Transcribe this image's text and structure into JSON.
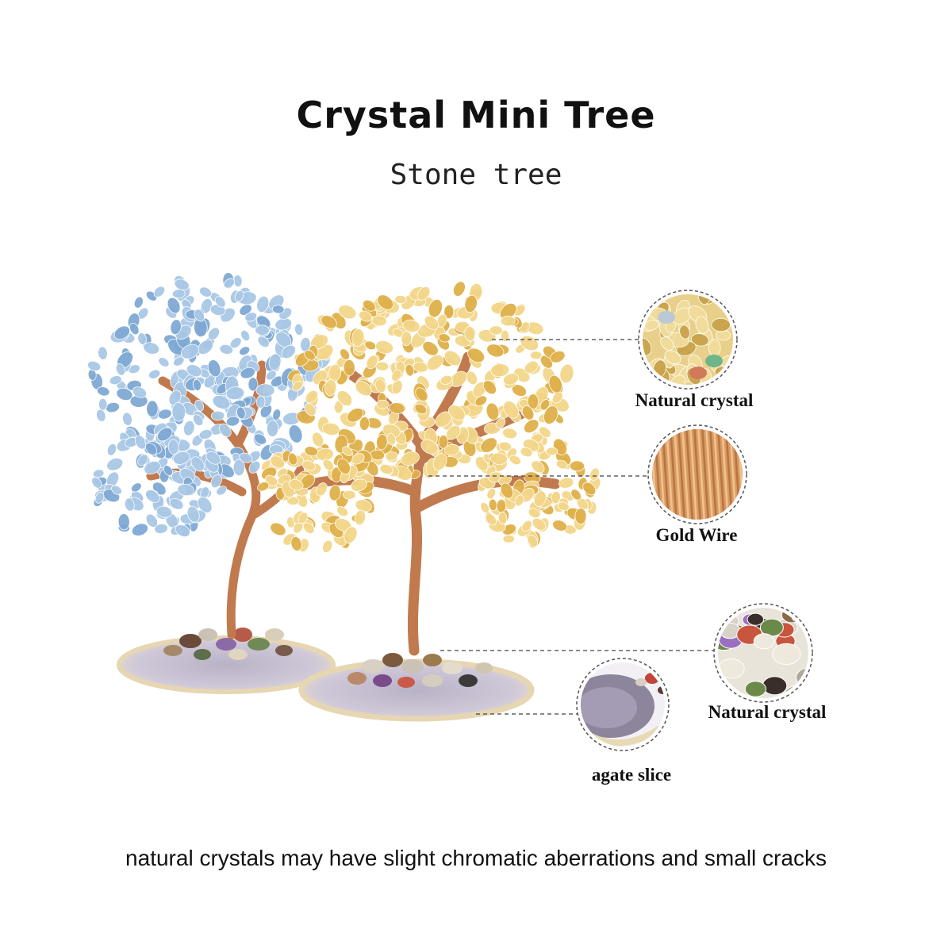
{
  "header": {
    "title": "Crystal Mini Tree",
    "subtitle": "Stone tree"
  },
  "products": [
    {
      "name": "aquamarine-tree",
      "leaf_color": "#a9c8e6",
      "leaf_dark": "#7fa9d4"
    },
    {
      "name": "citrine-tree",
      "leaf_color": "#f3d68a",
      "leaf_dark": "#e0b04a"
    }
  ],
  "colors": {
    "wire": "#c07a4e",
    "wire_dark": "#9a5a36",
    "agate": "#c7c0cf",
    "agate_rim": "#e9d9b8",
    "leader_line": "#444444"
  },
  "callouts": [
    {
      "label": "Natural crystal",
      "icon": "crystal-chips-closeup"
    },
    {
      "label": "Gold Wire",
      "icon": "gold-wire-closeup"
    },
    {
      "label": "Natural crystal",
      "icon": "tumbled-stones-closeup"
    },
    {
      "label": "agate slice",
      "icon": "agate-slice-closeup"
    }
  ],
  "footer": {
    "note": "natural crystals may have slight chromatic aberrations and small cracks"
  }
}
